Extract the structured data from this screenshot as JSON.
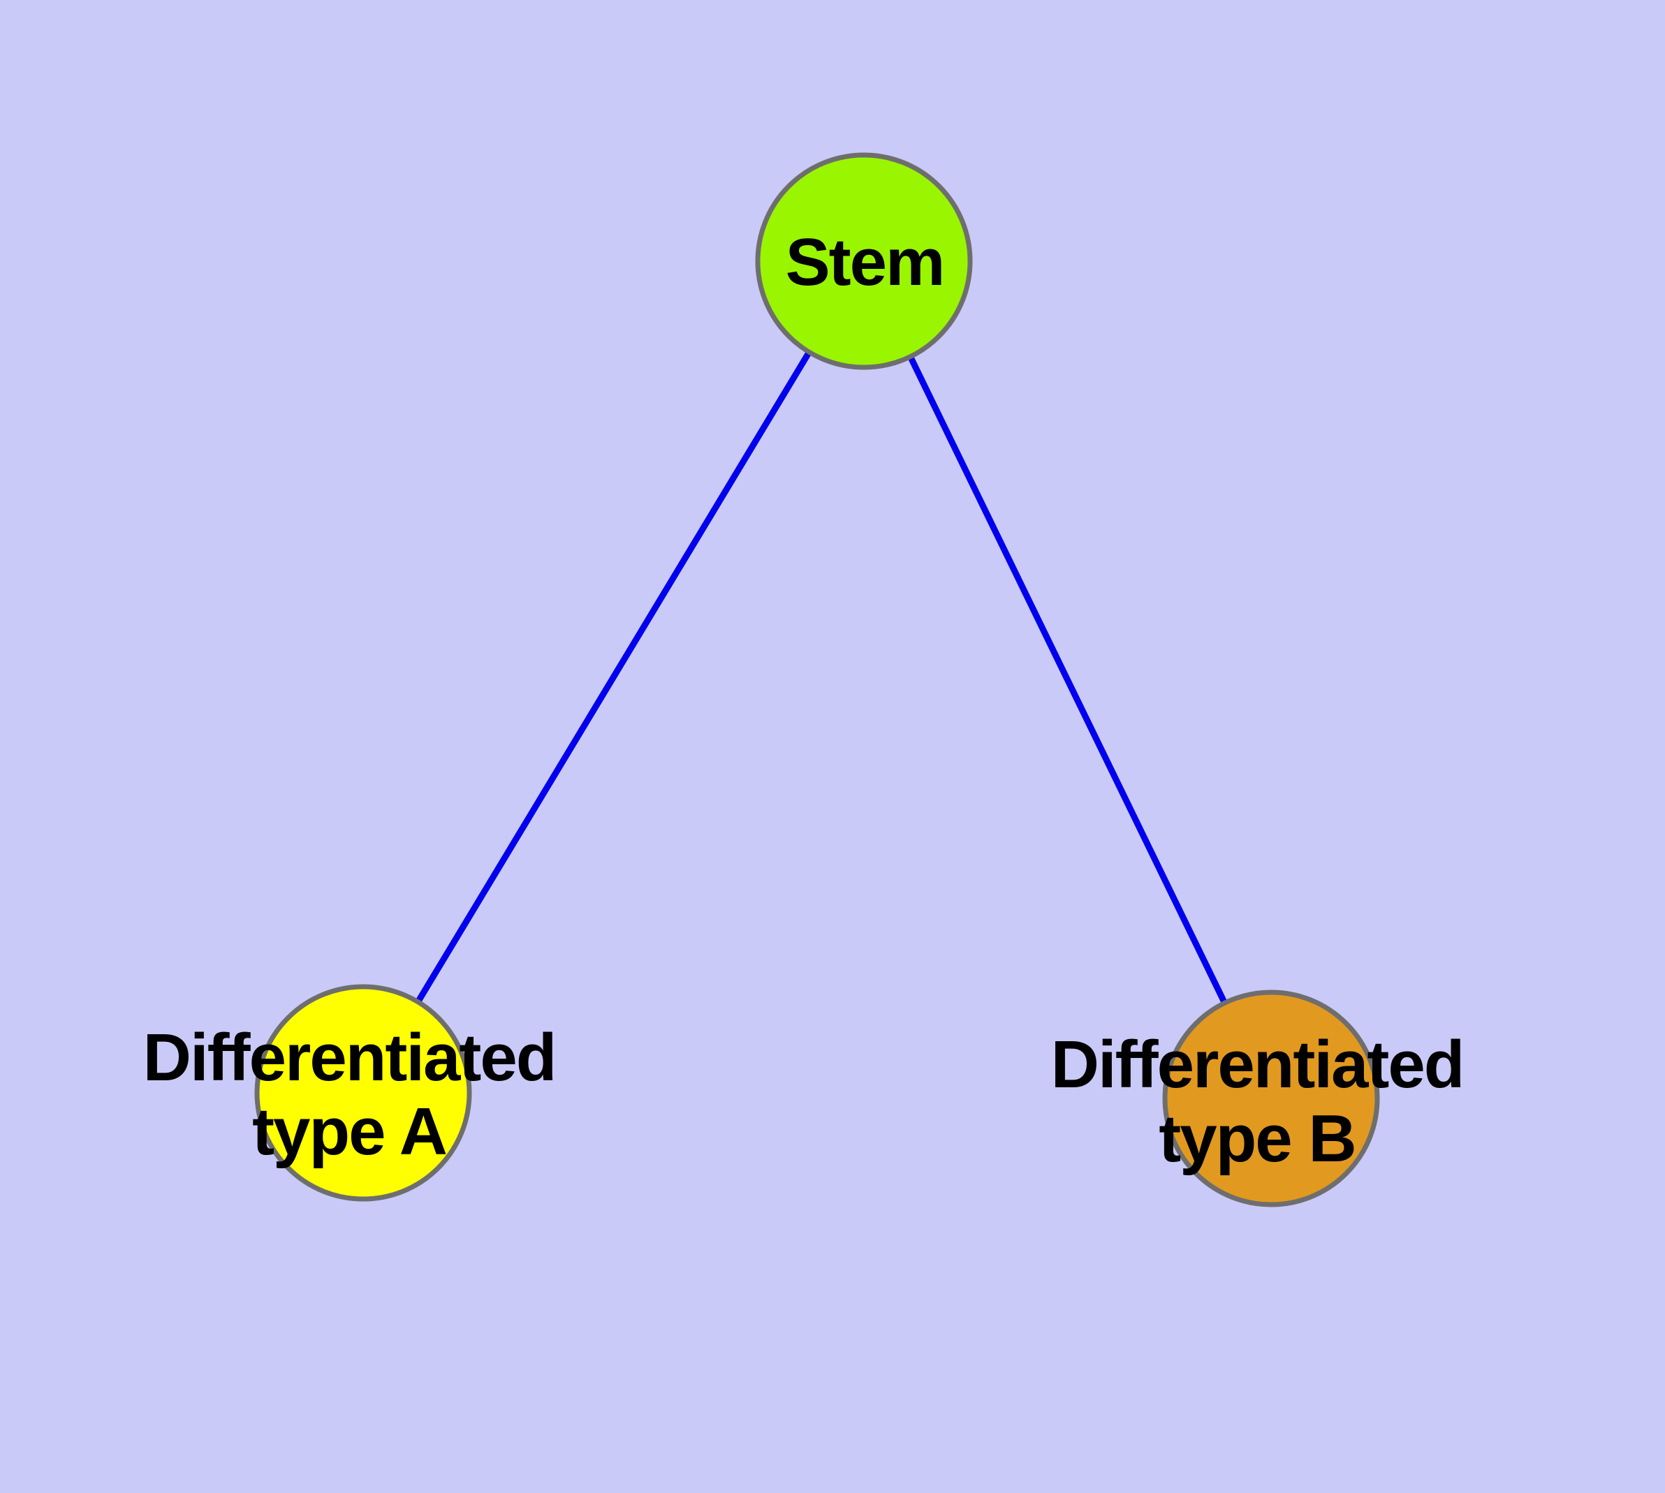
{
  "diagram": {
    "background_color": "#cacaf8",
    "node_border_color": "#6e6e6e",
    "edge_color": "#0000ee",
    "text_color": "#000000",
    "nodes": [
      {
        "id": "stem",
        "label": "Stem",
        "color": "#9af500"
      },
      {
        "id": "differentiated-type-a",
        "label": "Differentiated\ntype A",
        "color": "#ffff00"
      },
      {
        "id": "differentiated-type-b",
        "label": "Differentiated\ntype B",
        "color": "#e2991f"
      }
    ],
    "edges": [
      {
        "from": "stem",
        "to": "differentiated-type-a"
      },
      {
        "from": "stem",
        "to": "differentiated-type-b"
      }
    ]
  }
}
